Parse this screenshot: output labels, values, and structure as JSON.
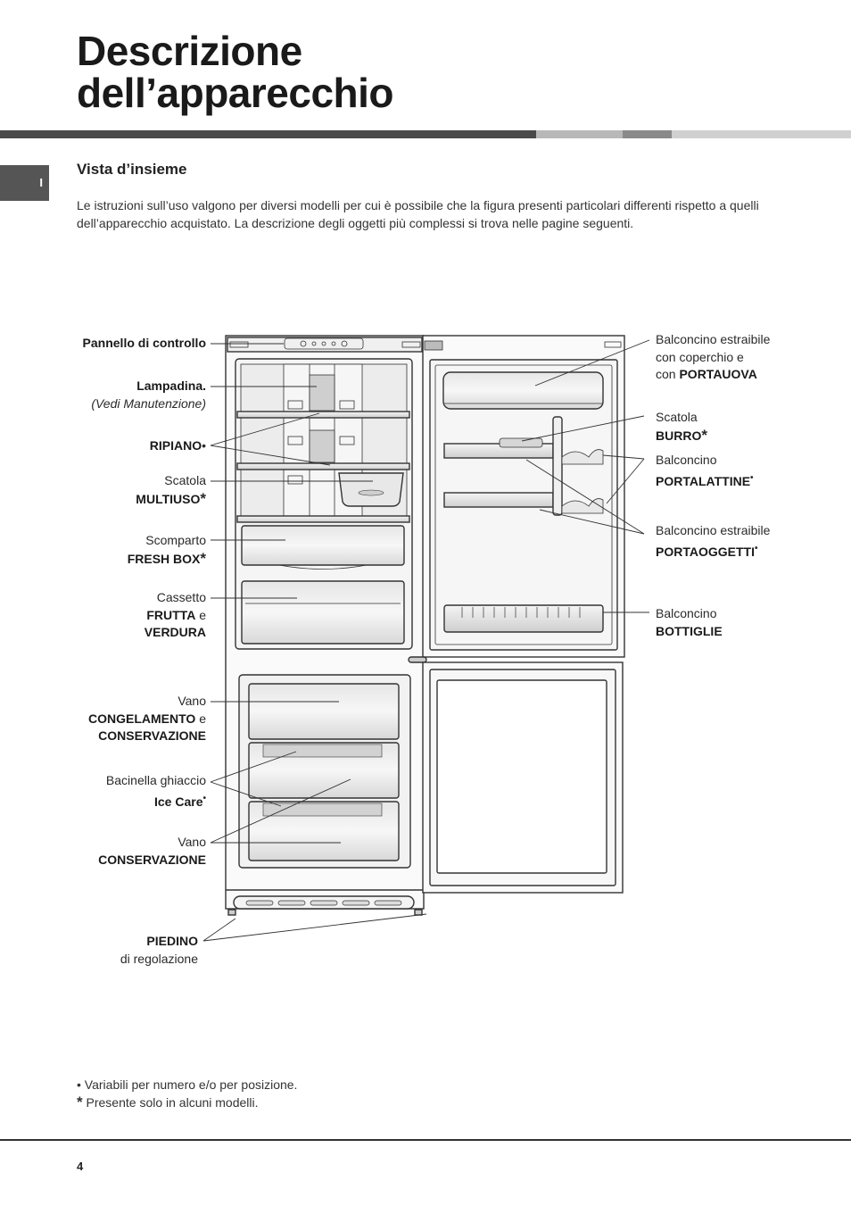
{
  "page": {
    "title_line1": "Descrizione",
    "title_line2": "dell’apparecchio",
    "language_tab": "I",
    "section_title": "Vista d’insieme",
    "intro": "Le istruzioni sull’uso valgono per diversi modelli per cui è possibile che la figura presenti particolari differenti rispetto a quelli dell’apparecchio acquistato. La descrizione degli oggetti più complessi si trova nelle pagine seguenti.",
    "page_number": "4",
    "colors": {
      "rule_dark": "#4a4a4a",
      "rule_light": "#b5b5b5",
      "tab_bg": "#555555"
    }
  },
  "labels_left": {
    "pannello": "Pannello di controllo",
    "lampadina_b": "Lampadina.",
    "lampadina_i": "(Vedi Manutenzione)",
    "ripiano": "RIPIANO",
    "multiuso_1": "Scatola",
    "multiuso_2": "MULTIUSO",
    "freshbox_1": "Scomparto",
    "freshbox_2": "FRESH BOX",
    "cassetto_1": "Cassetto",
    "cassetto_2": "FRUTTA",
    "cassetto_e": "e",
    "cassetto_3": "VERDURA",
    "vano1_1": "Vano",
    "vano1_2": "CONGELAMENTO",
    "vano1_e": "e",
    "vano1_3": "CONSERVAZIONE",
    "ice_1": "Bacinella ghiaccio",
    "ice_2": "Ice Care",
    "vano2_1": "Vano",
    "vano2_2": "CONSERVAZIONE",
    "piedino_1": "PIEDINO",
    "piedino_2": "di regolazione"
  },
  "labels_right": {
    "uova_1": "Balconcino estraibile",
    "uova_2": "con coperchio e",
    "uova_3": "con",
    "uova_4": "PORTAUOVA",
    "burro_1": "Scatola",
    "burro_2": "BURRO",
    "lattine_1": "Balconcino",
    "lattine_2": "PORTALATTINE",
    "oggetti_1": "Balconcino estraibile",
    "oggetti_2": "PORTAOGGETTI",
    "bottiglie_1": "Balconcino",
    "bottiglie_2": "BOTTIGLIE"
  },
  "markers": {
    "bullet": "•",
    "asterisk": "*"
  },
  "footnotes": {
    "bullet_text": "Variabili per numero e/o per posizione.",
    "star_text": "Presente solo in alcuni modelli."
  }
}
